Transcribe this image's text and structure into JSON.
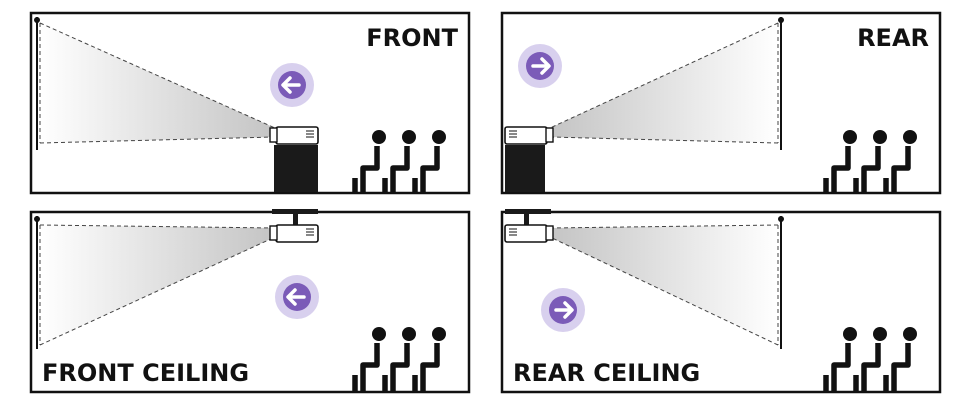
{
  "panels": [
    {
      "id": "front",
      "label": "FRONT",
      "arrow": "left",
      "mount": "table",
      "screen_side": "left"
    },
    {
      "id": "rear",
      "label": "REAR",
      "arrow": "right",
      "mount": "table",
      "screen_side": "right"
    },
    {
      "id": "front-ceiling",
      "label": "FRONT CEILING",
      "arrow": "left",
      "mount": "ceiling",
      "screen_side": "left"
    },
    {
      "id": "rear-ceiling",
      "label": "REAR CEILING",
      "arrow": "right",
      "mount": "ceiling",
      "screen_side": "right"
    }
  ],
  "colors": {
    "line": "#111111",
    "arrow_ring": "#d8d0ee",
    "arrow_fill": "#7b5bb8",
    "beam": "#c9c9c9"
  },
  "icons": [
    "projector-icon",
    "arrow-left-icon",
    "arrow-right-icon",
    "audience-icon",
    "screen-icon"
  ]
}
